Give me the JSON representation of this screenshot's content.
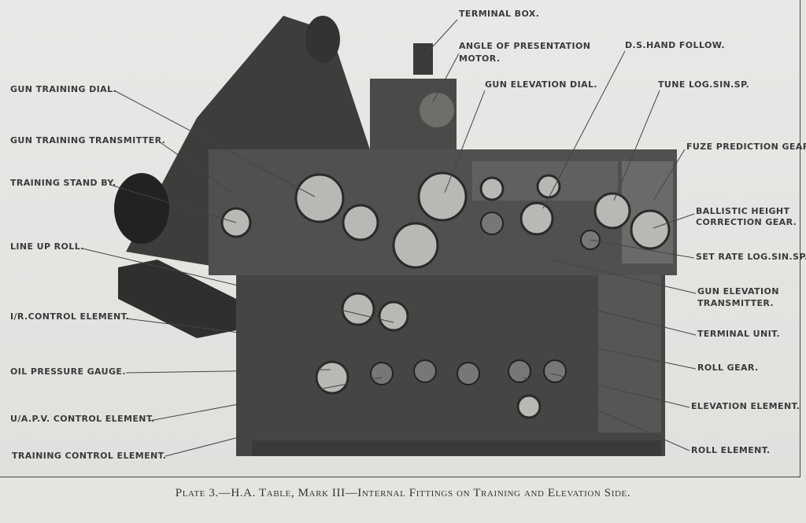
{
  "caption": "Plate 3.—H.A. Table, Mark III—Internal Fittings on Training and Elevation Side.",
  "labels": {
    "gun_training_dial": "GUN TRAINING DIAL.",
    "gun_training_transmitter": "GUN TRAINING TRANSMITTER.",
    "training_stand_by": "TRAINING STAND BY.",
    "line_up_roll": "LINE UP ROLL.",
    "ir_control_element": "I/R.CONTROL ELEMENT.",
    "oil_pressure_gauge": "OIL PRESSURE GAUGE.",
    "uapv_control_element": "U/A.P.V. CONTROL ELEMENT.",
    "training_control_element": "TRAINING CONTROL ELEMENT.",
    "terminal_box": "TERMINAL BOX.",
    "angle_of_presentation_1": "ANGLE OF PRESENTATION",
    "angle_of_presentation_2": "MOTOR.",
    "gun_elevation_dial": "GUN ELEVATION DIAL.",
    "ds_hand_follow": "D.S.HAND FOLLOW.",
    "tune_log_sin_sp": "TUNE LOG.SIN.SP.",
    "fuze_prediction_gear": "FUZE PREDICTION GEAR.",
    "ballistic_height_1": "BALLISTIC HEIGHT",
    "ballistic_height_2": "CORRECTION GEAR.",
    "set_rate_log_sin_sp": "SET RATE LOG.SIN.SP.",
    "gun_elevation_transmitter_1": "GUN ELEVATION",
    "gun_elevation_transmitter_2": "TRANSMITTER.",
    "terminal_unit": "TERMINAL UNIT.",
    "roll_gear": "ROLL GEAR.",
    "elevation_element": "ELEVATION ELEMENT.",
    "roll_element": "ROLL ELEMENT."
  }
}
